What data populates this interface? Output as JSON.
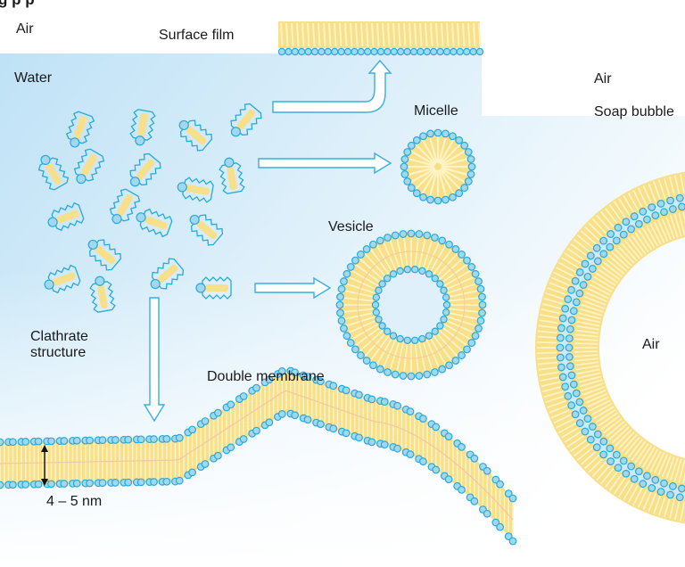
{
  "title_partial": "g       p  p",
  "labels": {
    "air_top_left": "Air",
    "surface_film": "Surface film",
    "water": "Water",
    "micelle": "Micelle",
    "vesicle": "Vesicle",
    "air_right": "Air",
    "soap_bubble": "Soap bubble",
    "air_inside_bubble": "Air",
    "clathrate_line1": "Clathrate",
    "clathrate_line2": "structure",
    "double_membrane": "Double membrane",
    "thickness": "4 – 5 nm"
  },
  "colors": {
    "lipid_yellow": "#f8df8a",
    "lipid_stripe": "#fff3c4",
    "head_blue": "#9fd8ef",
    "head_stroke": "#29a9d9",
    "arrow_blue": "#3aaee0",
    "water_blue": "#cfe9f8"
  }
}
